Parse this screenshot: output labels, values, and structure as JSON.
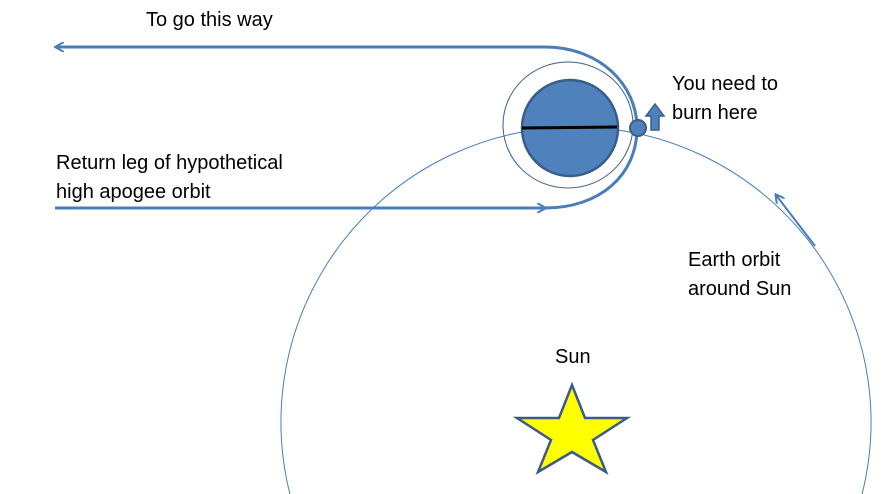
{
  "labels": {
    "go_this_way": "To go this way",
    "return_leg_line1": "Return leg of hypothetical",
    "return_leg_line2": "high apogee orbit",
    "burn_line1": "You need to",
    "burn_line2": "burn here",
    "earth_orbit_line1": "Earth orbit",
    "earth_orbit_line2": "around Sun",
    "sun": "Sun"
  },
  "colors": {
    "line": "#4a7ebb",
    "earth": "#4f81bd",
    "earth_stroke": "#385d8a",
    "sun": "#ffff00",
    "sun_stroke": "#3c5a8a"
  }
}
